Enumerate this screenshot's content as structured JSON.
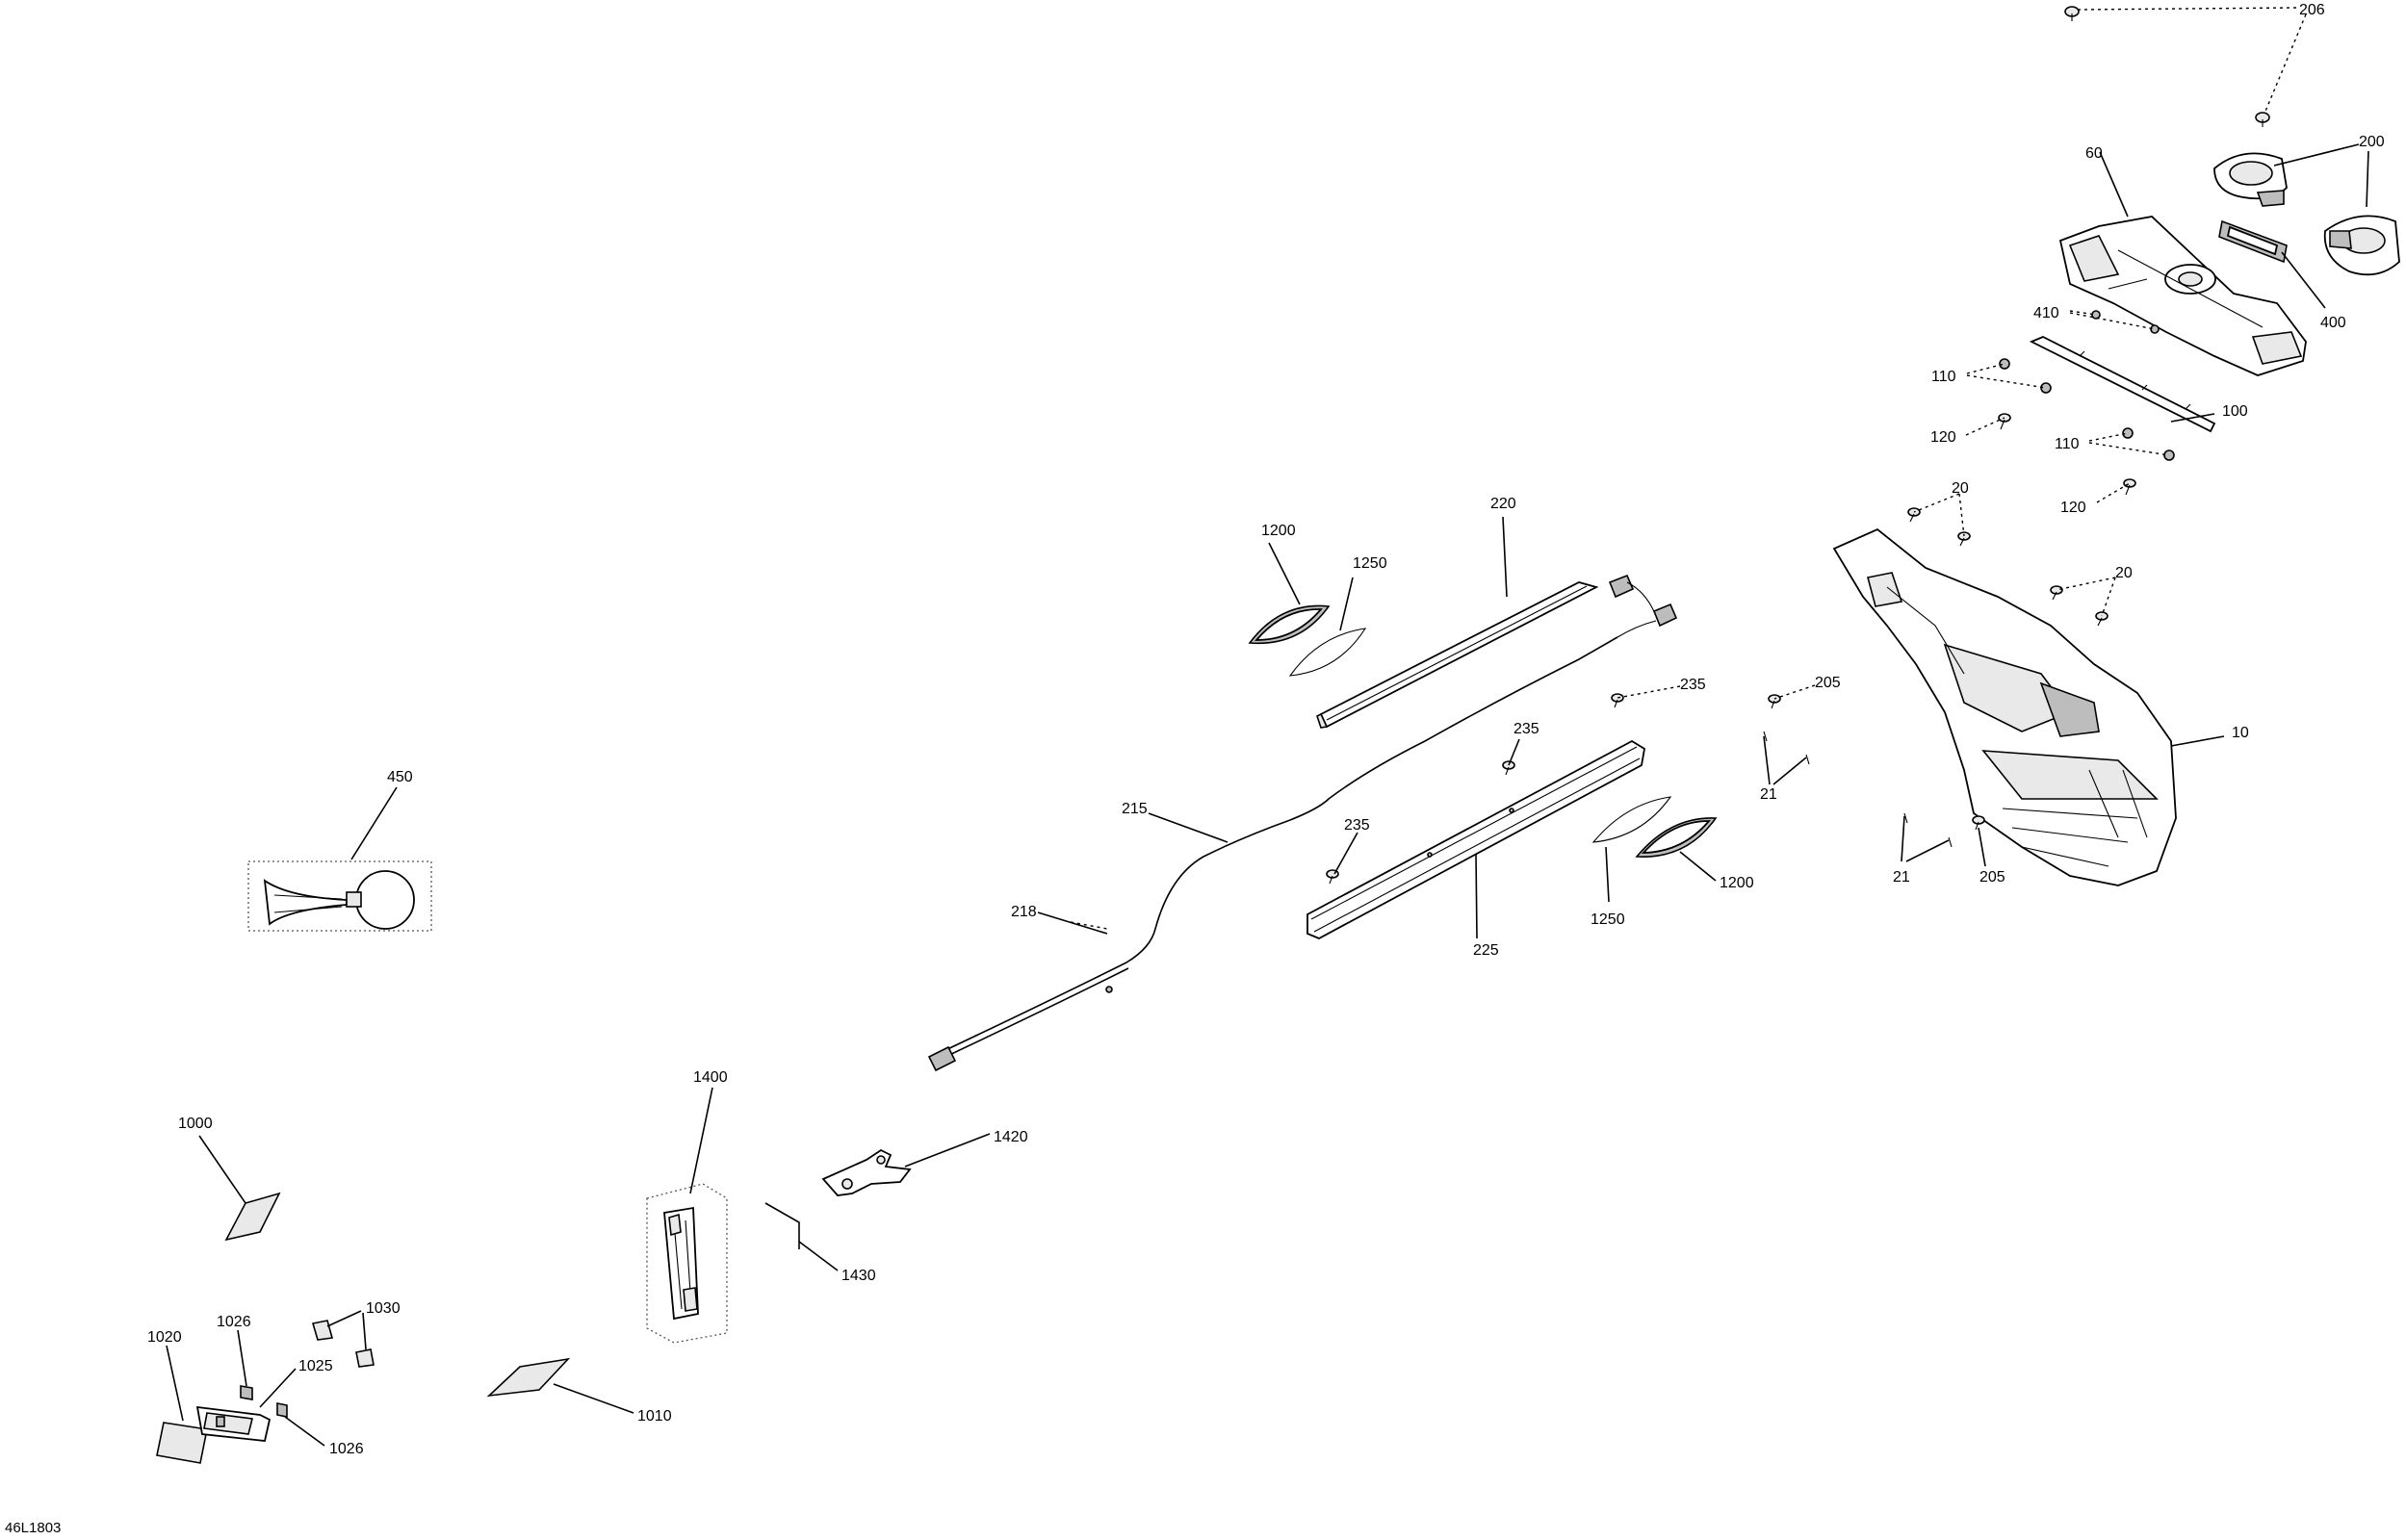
{
  "diagram": {
    "reference_code": "46L1803",
    "callouts": [
      {
        "id": "c206",
        "label": "206"
      },
      {
        "id": "c200",
        "label": "200"
      },
      {
        "id": "c60",
        "label": "60"
      },
      {
        "id": "c400",
        "label": "400"
      },
      {
        "id": "c410",
        "label": "410"
      },
      {
        "id": "c110a",
        "label": "110"
      },
      {
        "id": "c100",
        "label": "100"
      },
      {
        "id": "c120a",
        "label": "120"
      },
      {
        "id": "c110b",
        "label": "110"
      },
      {
        "id": "c120b",
        "label": "120"
      },
      {
        "id": "c20a",
        "label": "20"
      },
      {
        "id": "c20b",
        "label": "20"
      },
      {
        "id": "c220",
        "label": "220"
      },
      {
        "id": "c1200a",
        "label": "1200"
      },
      {
        "id": "c1250a",
        "label": "1250"
      },
      {
        "id": "c235a",
        "label": "235"
      },
      {
        "id": "c205a",
        "label": "205"
      },
      {
        "id": "c235b",
        "label": "235"
      },
      {
        "id": "c10",
        "label": "10"
      },
      {
        "id": "c21a",
        "label": "21"
      },
      {
        "id": "c215",
        "label": "215"
      },
      {
        "id": "c235c",
        "label": "235"
      },
      {
        "id": "c1200b",
        "label": "1200"
      },
      {
        "id": "c21b",
        "label": "21"
      },
      {
        "id": "c205b",
        "label": "205"
      },
      {
        "id": "c218",
        "label": "218"
      },
      {
        "id": "c225",
        "label": "225"
      },
      {
        "id": "c1250b",
        "label": "1250"
      },
      {
        "id": "c450",
        "label": "450"
      },
      {
        "id": "c1400",
        "label": "1400"
      },
      {
        "id": "c1420",
        "label": "1420"
      },
      {
        "id": "c1000",
        "label": "1000"
      },
      {
        "id": "c1430",
        "label": "1430"
      },
      {
        "id": "c1026a",
        "label": "1026"
      },
      {
        "id": "c1030",
        "label": "1030"
      },
      {
        "id": "c1020",
        "label": "1020"
      },
      {
        "id": "c1025",
        "label": "1025"
      },
      {
        "id": "c1010",
        "label": "1010"
      },
      {
        "id": "c1026b",
        "label": "1026"
      }
    ]
  }
}
